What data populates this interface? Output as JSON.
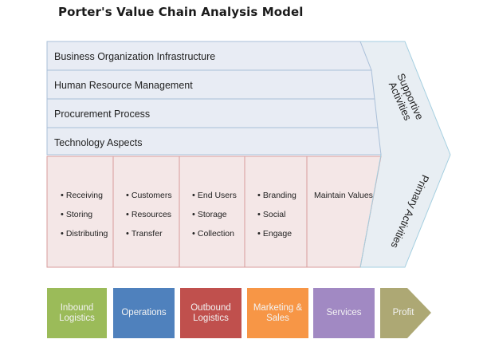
{
  "title": "Porter's Value Chain Analysis Model",
  "supportive": {
    "label": "Supportive Activities",
    "label_line1": "Supportive",
    "label_line2": "Activities",
    "bands": [
      {
        "label": "Business Organization Infrastructure"
      },
      {
        "label": "Human Resource Management"
      },
      {
        "label": "Procurement Process"
      },
      {
        "label": "Technology Aspects"
      }
    ]
  },
  "primary": {
    "label": "Primary Activities",
    "columns": [
      {
        "items": [
          "Receiving",
          "Storing",
          "Distributing"
        ]
      },
      {
        "items": [
          "Customers",
          "Resources",
          "Transfer"
        ]
      },
      {
        "items": [
          "End Users",
          "Storage",
          "Collection"
        ]
      },
      {
        "items": [
          "Branding",
          "Social",
          "Engage"
        ]
      },
      {
        "text": "Maintain Values"
      }
    ]
  },
  "flow": [
    {
      "line1": "Inbound",
      "line2": "Logistics",
      "color": "#9bbb59"
    },
    {
      "line1": "Operations",
      "line2": "",
      "color": "#4f81bd"
    },
    {
      "line1": "Outbound",
      "line2": "Logistics",
      "color": "#c0504d"
    },
    {
      "line1": "Marketing &",
      "line2": "Sales",
      "color": "#f79646"
    },
    {
      "line1": "Services",
      "line2": "",
      "color": "#a189c3"
    },
    {
      "line1": "Profit",
      "line2": "",
      "color": "#ada874"
    }
  ],
  "colors": {
    "support_fill": "#e8ecf4",
    "support_border": "#a9bfd8",
    "primary_fill": "#f4e7e7",
    "primary_border": "#d99b9b",
    "side_fill": "#e8eef3",
    "side_border": "#a5cfe0"
  }
}
